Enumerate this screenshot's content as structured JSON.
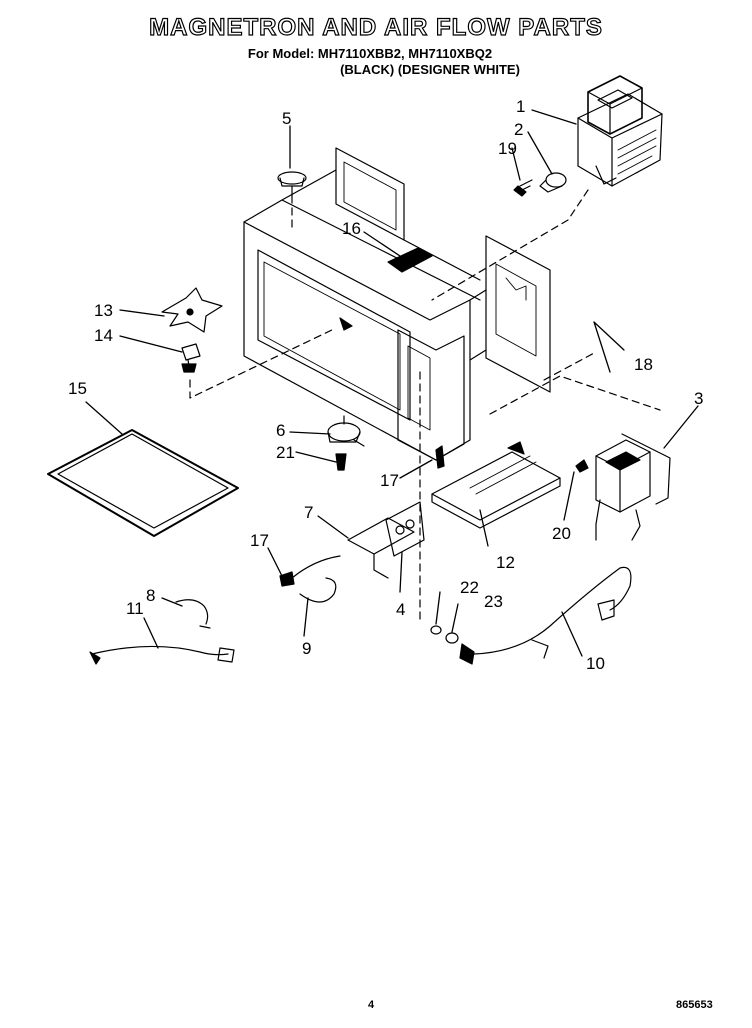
{
  "header": {
    "title": "MAGNETRON AND AIR FLOW PARTS",
    "model_line": "For Model: MH7110XBB2, MH7110XBQ2",
    "color_line": "(BLACK) (DESIGNER WHITE)"
  },
  "callouts": [
    "1",
    "2",
    "19",
    "5",
    "16",
    "13",
    "14",
    "18",
    "15",
    "3",
    "6",
    "21",
    "17",
    "7",
    "12",
    "17",
    "20",
    "8",
    "22",
    "23",
    "11",
    "4",
    "10",
    "9"
  ],
  "footer": {
    "page_number": "4",
    "document_number": "865653"
  }
}
